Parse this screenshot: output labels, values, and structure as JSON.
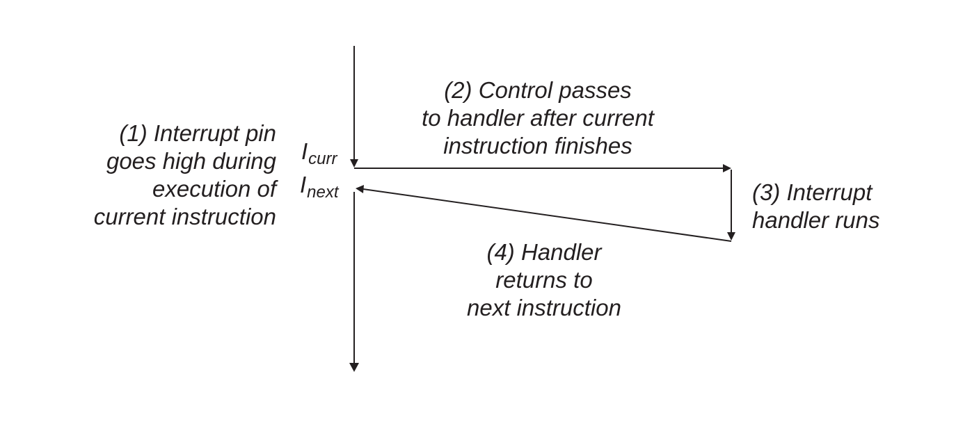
{
  "diagram": {
    "label_1_lines": {
      "line1": "(1) Interrupt pin",
      "line2": "goes high during",
      "line3": "execution of",
      "line4": "current instruction"
    },
    "label_2_lines": {
      "line1": "(2) Control passes",
      "line2": "to handler after current",
      "line3": "instruction finishes"
    },
    "label_3_lines": {
      "line1": "(3) Interrupt",
      "line2": "handler runs"
    },
    "label_4_lines": {
      "line1": "(4) Handler",
      "line2": "returns to",
      "line3": "next instruction"
    },
    "instructions": {
      "curr": {
        "base": "I",
        "sub": "curr"
      },
      "next": {
        "base": "I",
        "sub": "next"
      }
    },
    "colors": {
      "ink": "#231f20",
      "background": "#ffffff"
    }
  }
}
